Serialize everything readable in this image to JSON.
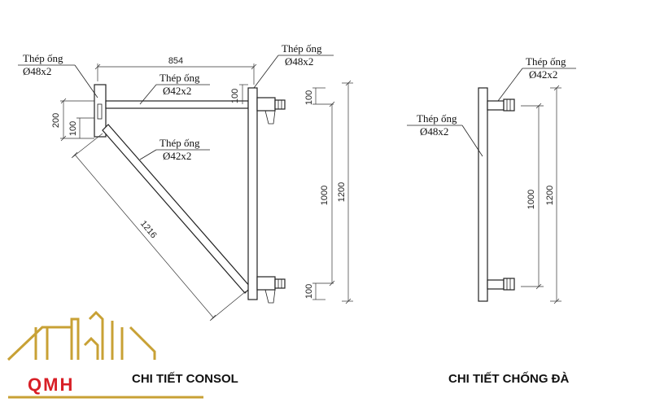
{
  "labels": {
    "thep_ong": "Thép ống",
    "d48": "Ø48x2",
    "d42": "Ø42x2"
  },
  "dims": {
    "d854": "854",
    "d200": "200",
    "d100": "100",
    "d1216": "1216",
    "d1000": "1000",
    "d1200": "1200"
  },
  "titles": {
    "consol": "CHI TIẾT CONSOL",
    "chong_da": "CHI TIẾT CHỐNG ĐÀ"
  },
  "logo": {
    "text": "QMH",
    "color_gold": "#c8a135",
    "color_red": "#d81f26"
  }
}
